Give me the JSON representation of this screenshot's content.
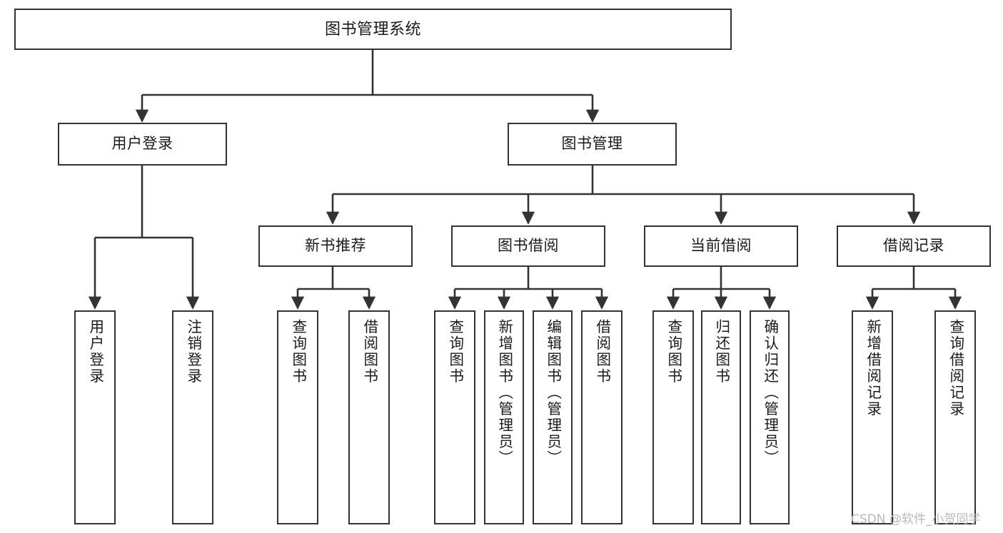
{
  "diagram": {
    "title": "图书管理系统",
    "type": "tree",
    "orientation": "top-down",
    "colors": {
      "box_border": "#333333",
      "box_fill": "#ffffff",
      "connector": "#333333",
      "text": "#1a1a1a",
      "watermark": "#b9b9b9",
      "background": "#ffffff"
    },
    "watermark": "CSDN @软件_小贺同学",
    "nodes": {
      "root": {
        "label": "图书管理系统",
        "level": 1
      },
      "level2": [
        {
          "id": "user-login",
          "label": "用户登录"
        },
        {
          "id": "book-management",
          "label": "图书管理"
        }
      ],
      "level3": [
        {
          "id": "new-book-recommend",
          "label": "新书推荐",
          "parent": "book-management"
        },
        {
          "id": "book-borrow",
          "label": "图书借阅",
          "parent": "book-management"
        },
        {
          "id": "current-borrow",
          "label": "当前借阅",
          "parent": "book-management"
        },
        {
          "id": "borrow-record",
          "label": "借阅记录",
          "parent": "book-management"
        }
      ],
      "leaves": [
        {
          "id": "leaf-user-login",
          "label": "用户登录",
          "parent": "user-login"
        },
        {
          "id": "leaf-logout",
          "label": "注销登录",
          "parent": "user-login"
        },
        {
          "id": "leaf-query-book-1",
          "label": "查询图书",
          "parent": "new-book-recommend"
        },
        {
          "id": "leaf-borrow-book-1",
          "label": "借阅图书",
          "parent": "new-book-recommend"
        },
        {
          "id": "leaf-query-book-2",
          "label": "查询图书",
          "parent": "book-borrow"
        },
        {
          "id": "leaf-add-book",
          "label": "新增图书（管理员）",
          "parent": "book-borrow"
        },
        {
          "id": "leaf-edit-book",
          "label": "编辑图书（管理员）",
          "parent": "book-borrow"
        },
        {
          "id": "leaf-borrow-book-2",
          "label": "借阅图书",
          "parent": "book-borrow"
        },
        {
          "id": "leaf-query-book-3",
          "label": "查询图书",
          "parent": "current-borrow"
        },
        {
          "id": "leaf-return-book",
          "label": "归还图书",
          "parent": "current-borrow"
        },
        {
          "id": "leaf-confirm-return",
          "label": "确认归还（管理员）",
          "parent": "current-borrow"
        },
        {
          "id": "leaf-add-record",
          "label": "新增借阅记录",
          "parent": "borrow-record"
        },
        {
          "id": "leaf-query-record",
          "label": "查询借阅记录",
          "parent": "borrow-record"
        }
      ]
    }
  }
}
